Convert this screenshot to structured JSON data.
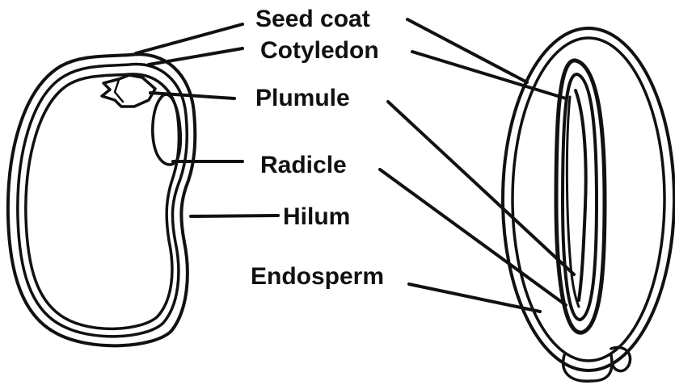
{
  "labels": {
    "seed_coat": "Seed coat",
    "cotyledon": "Cotyledon",
    "plumule": "Plumule",
    "radicle": "Radicle",
    "hilum": "Hilum",
    "endosperm": "Endosperm"
  },
  "colors": {
    "ink": "#111111",
    "background": "#ffffff"
  }
}
